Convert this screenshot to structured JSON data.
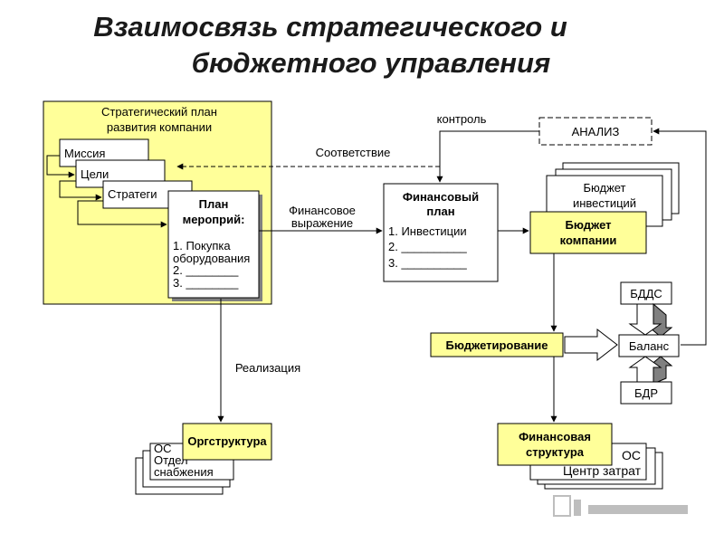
{
  "title": {
    "line1": "Взаимосвязь стратегического и",
    "line2": "бюджетного управления"
  },
  "strategic_plan": {
    "line1": "Стратегический план",
    "line2": "развития компании",
    "mission": "Миссия",
    "goals": "Цели",
    "strategy": "Стратеги"
  },
  "action_plan": {
    "title1": "План",
    "title2": "мероприй:",
    "item1a": "1. Покупка",
    "item1b": "оборудования",
    "item2": "2. ________",
    "item3": "3. ________"
  },
  "financial_plan": {
    "title1": "Финансовый",
    "title2": "план",
    "item1": "1. Инвестиции",
    "item2": "2. __________",
    "item3": "3. __________"
  },
  "analysis": "АНАЛИЗ",
  "labels": {
    "control": "контроль",
    "correspondence": "Соответствие",
    "financial_expression1": "Финансовое",
    "financial_expression2": "выражение",
    "realization": "Реализация"
  },
  "investment_budget": {
    "line1": "Бюджет",
    "line2": "инвестиций"
  },
  "company_budget": {
    "line1": "Бюджет",
    "line2": "компании"
  },
  "budgeting": "Бюджетирование",
  "bdds": "БДДС",
  "balance": "Баланс",
  "bdr": "БДР",
  "org_structure": {
    "title": "Оргструктура",
    "os": "ОС",
    "dept1": "Отдел",
    "dept2": "снабжения"
  },
  "financial_structure": {
    "line1": "Финансовая",
    "line2": "структура",
    "os": "ОС",
    "cost_center": "Центр затрат"
  },
  "colors": {
    "yellow": "#ffff99",
    "stroke": "#000000",
    "shadow": "#808080"
  }
}
